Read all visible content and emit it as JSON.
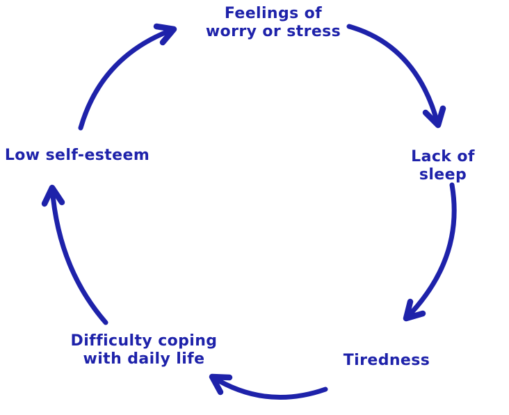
{
  "diagram": {
    "type": "cycle",
    "accent_color": "#1e22aa",
    "background_color": "#ffffff",
    "nodes": [
      {
        "id": "worry-stress",
        "label": "Feelings of\nworry or stress"
      },
      {
        "id": "lack-of-sleep",
        "label": "Lack of sleep"
      },
      {
        "id": "tiredness",
        "label": "Tiredness"
      },
      {
        "id": "difficulty-coping",
        "label": "Difficulty coping\nwith daily life"
      },
      {
        "id": "low-self-esteem",
        "label": "Low self-esteem"
      }
    ],
    "edges": [
      {
        "from": "worry-stress",
        "to": "lack-of-sleep"
      },
      {
        "from": "lack-of-sleep",
        "to": "tiredness"
      },
      {
        "from": "tiredness",
        "to": "difficulty-coping"
      },
      {
        "from": "difficulty-coping",
        "to": "low-self-esteem"
      },
      {
        "from": "low-self-esteem",
        "to": "worry-stress"
      }
    ]
  }
}
